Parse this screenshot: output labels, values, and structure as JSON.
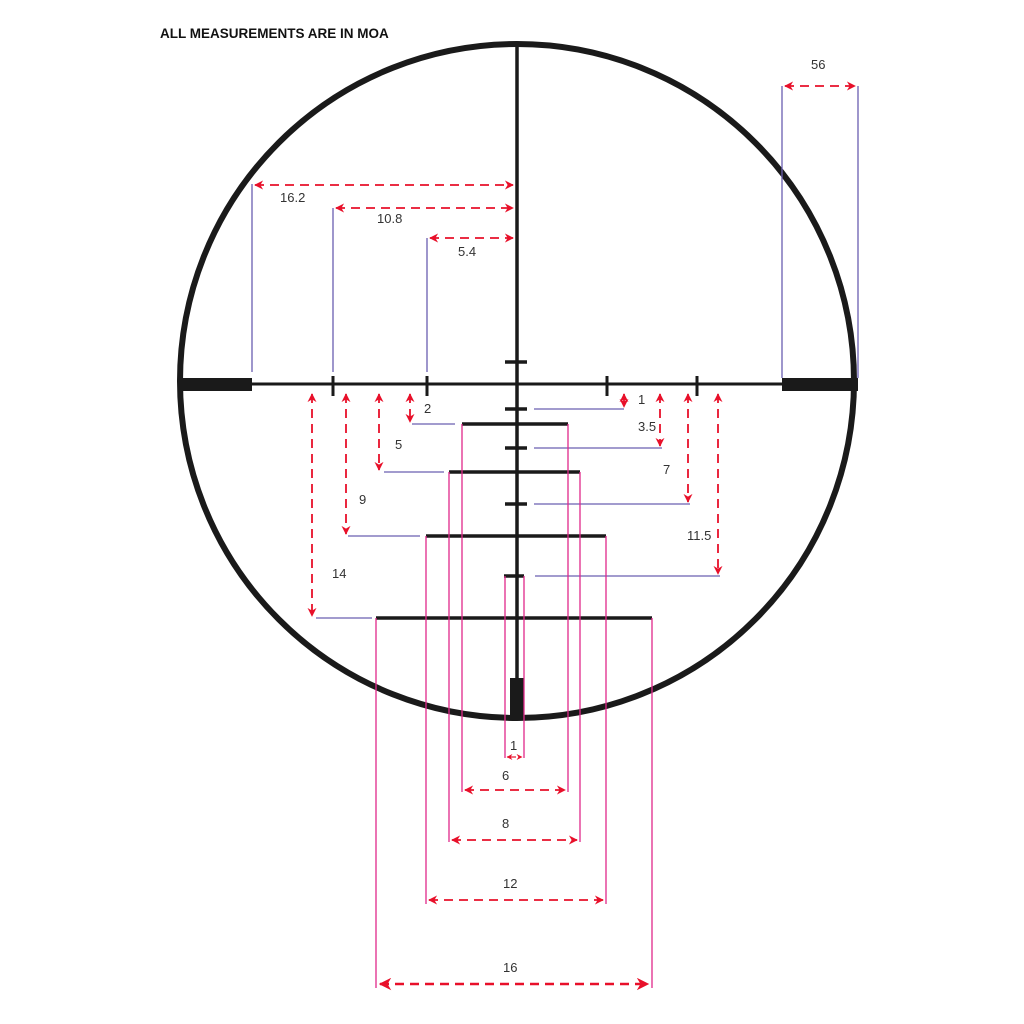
{
  "title": "ALL MEASUREMENTS ARE IN MOA",
  "colors": {
    "reticle": "#1a1a1a",
    "dimension": "#e8102a",
    "leader": "#6a5fb0",
    "extension": "#e0288a"
  },
  "top_dimensions": {
    "post_gap": "56",
    "left_far": "16.2",
    "left_mid": "10.8",
    "left_near": "5.4"
  },
  "left_dimensions": {
    "d2": "2",
    "d5": "5",
    "d9": "9",
    "d14": "14"
  },
  "right_dimensions": {
    "d1": "1",
    "d3_5": "3.5",
    "d7": "7",
    "d11_5": "11.5"
  },
  "bottom_dimensions": {
    "w1": "1",
    "w6": "6",
    "w8": "8",
    "w12": "12",
    "w16": "16"
  }
}
